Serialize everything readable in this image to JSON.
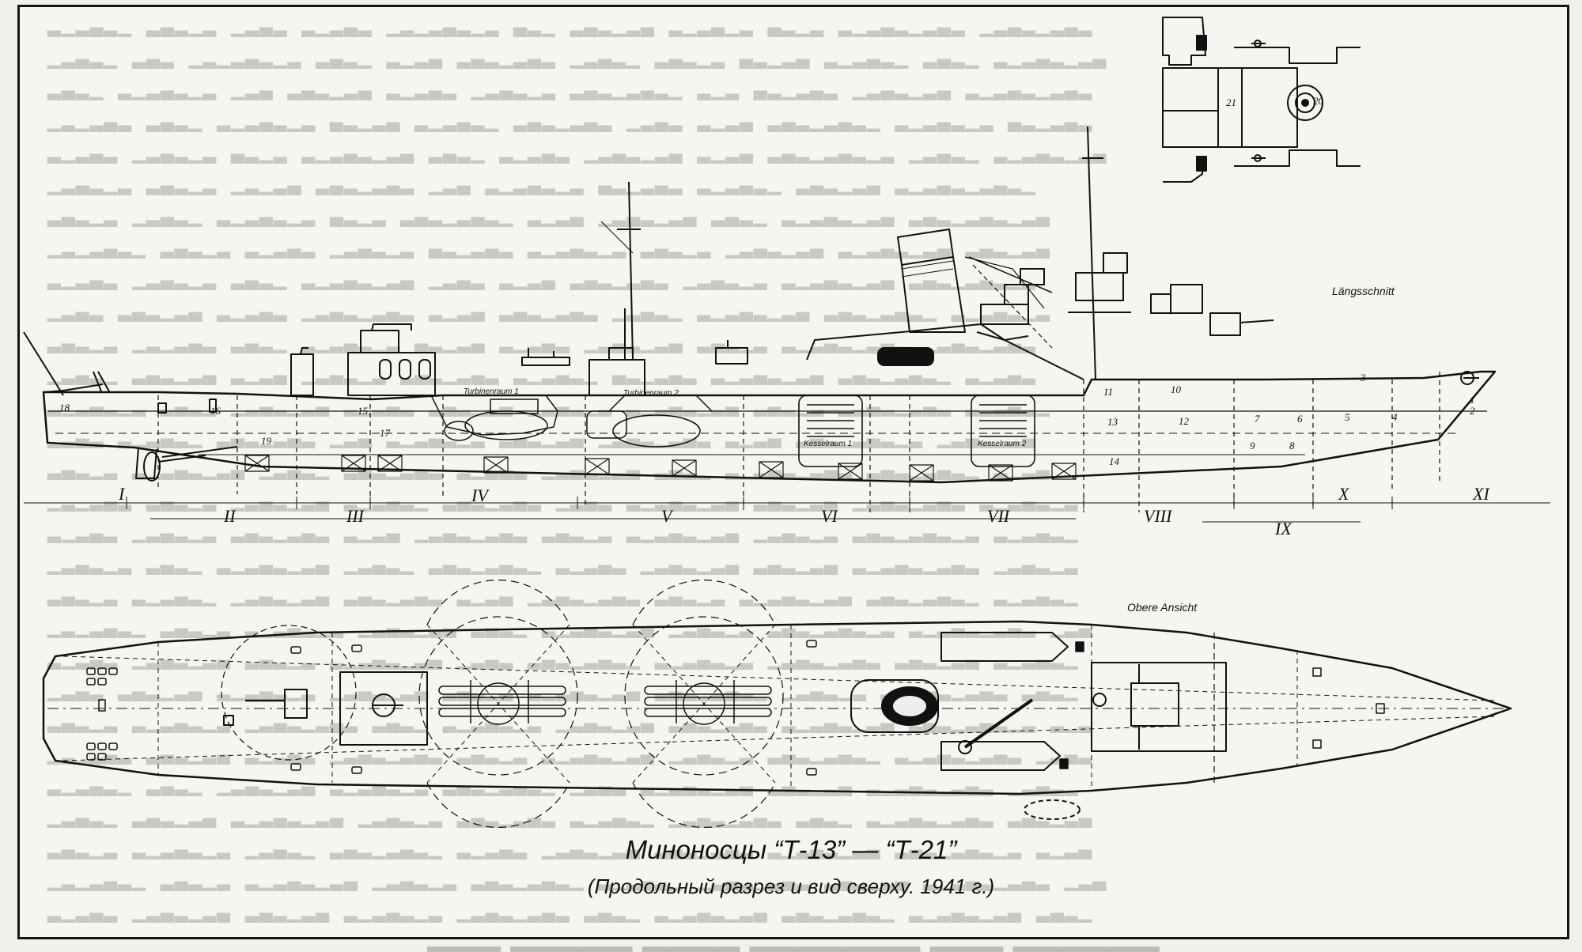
{
  "caption": {
    "title": "Миноносцы “Т-13” — “Т-21”",
    "subtitle": "(Продольный разрез и вид сверху. 1941 г.)"
  },
  "views": {
    "side": "Längsschnitt",
    "top": "Obere Ansicht"
  },
  "compartment_numbers": [
    "1",
    "2",
    "3",
    "4",
    "5",
    "6",
    "7",
    "8",
    "9",
    "10",
    "11",
    "12",
    "13",
    "14",
    "15",
    "16",
    "17",
    "18",
    "19",
    "20",
    "21"
  ],
  "section_numerals": [
    "I",
    "II",
    "III",
    "IV",
    "V",
    "VI",
    "VII",
    "VIII",
    "IX",
    "X",
    "XI"
  ],
  "room_labels": {
    "turbine_1": "Turbinenraum 1",
    "turbine_2": "Turbinenraum 2",
    "boiler_1": "Kesselraum 1",
    "boiler_2": "Kesselraum 2"
  },
  "colors": {
    "ink": "#111111",
    "paper": "#f6f5f1",
    "bleed": "#c9c8c3"
  }
}
